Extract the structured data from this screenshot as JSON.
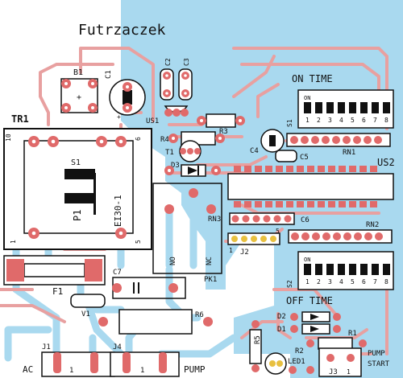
{
  "board": {
    "title": "Futrzaczek",
    "colors": {
      "background": "#ffffff",
      "copper_bottom": "#a9d9ef",
      "copper_top": "#e8a0a0",
      "silkscreen": "#111111",
      "pad": "#e06a6a",
      "hole": "#ffffff"
    }
  },
  "labels": {
    "b1": "B1",
    "c1": "C1",
    "c2": "C2",
    "c3": "C3",
    "us1": "US1",
    "r4": "R4",
    "r3": "R3",
    "t1": "T1",
    "d3": "D3",
    "tr1": "TR1",
    "pin10": "10",
    "pin6": "6",
    "pin1_tr": "1",
    "pin5_tr": "5",
    "s1_inner": "S1",
    "p1": "P1",
    "ei30": "EI30-1",
    "on_time": "ON TIME",
    "on_dip": "ON",
    "s1": "S1",
    "dip_nums": [
      "1",
      "2",
      "3",
      "4",
      "5",
      "6",
      "7",
      "8"
    ],
    "c4": "C4",
    "rn1": "RN1",
    "c5": "C5",
    "us2": "US2",
    "rn3": "RN3",
    "c6": "C6",
    "rn2": "RN2",
    "j2_1": "1",
    "j2_5": "5",
    "j2": "J2",
    "no": "NO",
    "nc": "NC",
    "pk1": "PK1",
    "c7": "C7",
    "f1": "F1",
    "v1": "V1",
    "r6": "R6",
    "s2": "S2",
    "on_dip2": "ON",
    "off_time": "OFF TIME",
    "d2": "D2",
    "d1": "D1",
    "r1": "R1",
    "r5": "R5",
    "r2": "R2",
    "led1": "LED1",
    "j3": "J3",
    "j3_1": "1",
    "pump_start": [
      "PUMP",
      "START"
    ],
    "j1": "J1",
    "j4": "J4",
    "ac": "AC",
    "pump": "PUMP",
    "j1_1": "1",
    "j4_1": "1"
  }
}
